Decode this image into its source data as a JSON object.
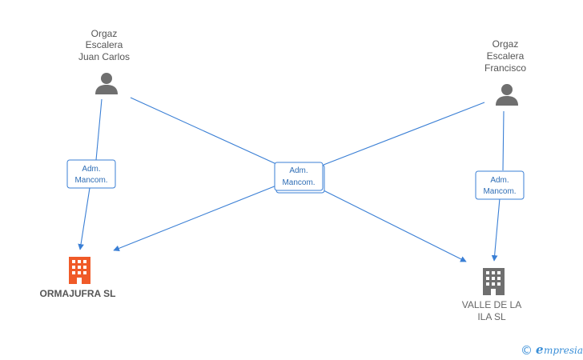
{
  "persons": [
    {
      "id": "p1",
      "name_lines": [
        "Orgaz",
        "Escalera",
        "Juan Carlos"
      ],
      "icon": "person-icon"
    },
    {
      "id": "p2",
      "name_lines": [
        "Orgaz",
        "Escalera",
        "Francisco"
      ],
      "icon": "person-icon"
    }
  ],
  "companies": [
    {
      "id": "c1",
      "name_lines": [
        "ORMAJUFRA SL"
      ],
      "icon": "building-icon",
      "highlight": true
    },
    {
      "id": "c2",
      "name_lines": [
        "VALLE DE LA",
        "ILA SL"
      ],
      "icon": "building-icon",
      "highlight": false
    }
  ],
  "relations": [
    {
      "label_lines": [
        "Adm.",
        "Mancom."
      ]
    },
    {
      "label_lines": [
        "Adm.",
        "Mancom."
      ]
    },
    {
      "label_lines": [
        "Adm.",
        "Mancom."
      ]
    }
  ],
  "colors": {
    "edge": "#3a7fd5",
    "person": "#6f6f6f",
    "company_highlight": "#f05a28",
    "company_normal": "#6f6f6f",
    "label_border": "#3a7fd5",
    "label_text": "#2e6db5"
  },
  "footer": {
    "copyright_symbol": "©",
    "brand": "mpresia",
    "brand_initial": "e"
  }
}
